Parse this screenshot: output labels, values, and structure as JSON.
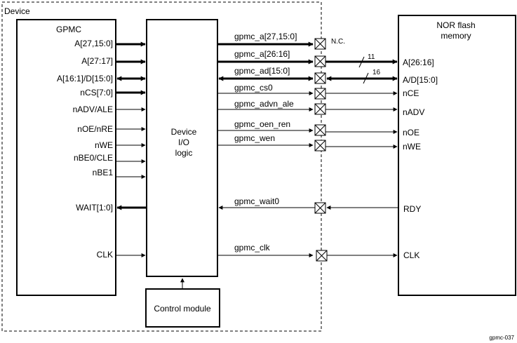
{
  "device_label": "Device",
  "gpmc": {
    "title": "GPMC",
    "pins": [
      "A[27,15:0]",
      "A[27:17]",
      "A[16:1]/D[15:0]",
      "nCS[7:0]",
      "nADV/ALE",
      "nOE/nRE",
      "nWE",
      "nBE0/CLE",
      "nBE1",
      "WAIT[1:0]",
      "CLK"
    ]
  },
  "io_logic": {
    "line1": "Device",
    "line2": "I/O",
    "line3": "logic"
  },
  "control_module": "Control module",
  "nor": {
    "title_line1": "NOR flash",
    "title_line2": "memory",
    "pins": [
      "A[26:16]",
      "A/D[15:0]",
      "nCE",
      "nADV",
      "nOE",
      "nWE",
      "RDY",
      "CLK"
    ]
  },
  "signals": [
    "gpmc_a[27,15:0]",
    "gpmc_a[26:16]",
    "gpmc_ad[15:0]",
    "gpmc_cs0",
    "gpmc_advn_ale",
    "gpmc_oen_ren",
    "gpmc_wen",
    "gpmc_wait0",
    "gpmc_clk"
  ],
  "nc_label": "N.C.",
  "bus_widths": [
    "11",
    "16"
  ],
  "figure_id": "gpmc-037"
}
